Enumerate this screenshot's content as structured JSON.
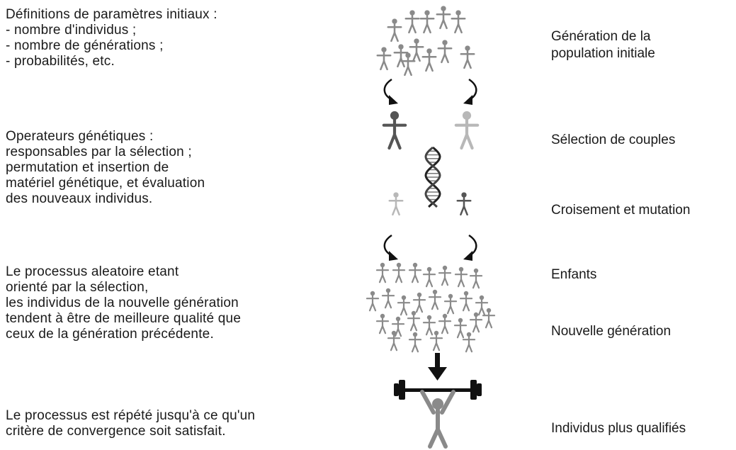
{
  "left_blocks": [
    {
      "lines": [
        "Définitions de paramètres initiaux :",
        "- nombre d'individus ;",
        "- nombre de générations ;",
        "- probabilités, etc."
      ]
    },
    {
      "lines": [
        "Operateurs génétiques :",
        "responsables par la sélection ;",
        "permutation et insertion de",
        "matériel génétique, et évaluation",
        "des nouveaux individus."
      ]
    },
    {
      "lines": [
        "Le processus aleatoire etant",
        "orienté par la sélection,",
        "les individus de la nouvelle génération",
        "tendent à être de meilleure qualité que",
        "ceux de la génération précédente."
      ]
    },
    {
      "lines": [
        "Le processus est répété jusqu'à ce qu'un",
        "critère de convergence soit satisfait."
      ]
    }
  ],
  "right_labels": [
    {
      "lines": [
        "Génération de la",
        "population initiale"
      ]
    },
    {
      "lines": [
        "Sélection de couples"
      ]
    },
    {
      "lines": [
        "Croisement et mutation"
      ]
    },
    {
      "lines": [
        "Enfants"
      ]
    },
    {
      "lines": [
        "Nouvelle génération"
      ]
    },
    {
      "lines": [
        "Individus plus qualifiés"
      ]
    }
  ],
  "colors": {
    "text": "#1a1a1a",
    "figure": "#8a8a8a",
    "figure_light": "#b8b8b8",
    "figure_dark": "#555555",
    "bar": "#111111"
  },
  "icons": [
    "people-crowd-icon",
    "curved-arrow-icon",
    "person-icon",
    "dna-helix-icon",
    "down-arrow-icon",
    "weightlifter-icon"
  ]
}
